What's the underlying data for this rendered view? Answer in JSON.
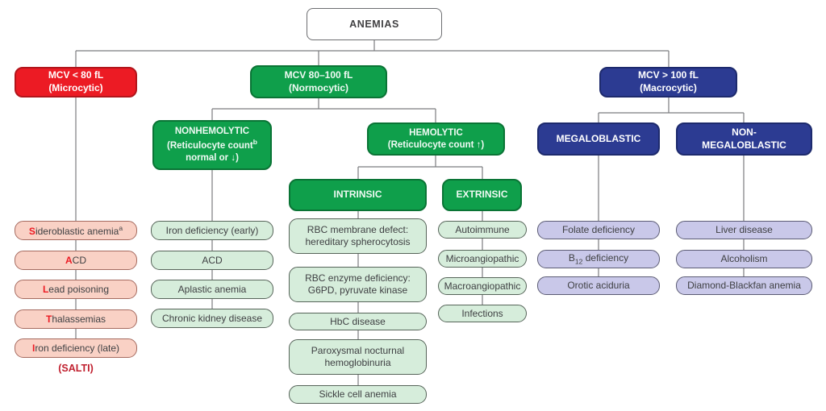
{
  "title": {
    "text": "ANEMIAS"
  },
  "branches": {
    "microcytic": {
      "line1": "MCV < 80 fL",
      "line2": "(Microcytic)"
    },
    "normocytic": {
      "line1": "MCV 80–100 fL",
      "line2": "(Normocytic)"
    },
    "macrocytic": {
      "line1": "MCV > 100 fL",
      "line2": "(Macrocytic)"
    },
    "nonhemolytic": {
      "line1": "NONHEMOLYTIC",
      "line2": "(Reticulocyte count",
      "sup": "b",
      "line3": "normal or ↓)"
    },
    "hemolytic": {
      "line1": "HEMOLYTIC",
      "line2": "(Reticulocyte count ↑)"
    },
    "intrinsic": {
      "line1": "INTRINSIC"
    },
    "extrinsic": {
      "line1": "EXTRINSIC"
    },
    "megaloblastic": {
      "line1": "MEGALOBLASTIC"
    },
    "non_megaloblastic": {
      "line1": "NON-",
      "line2": "MEGALOBLASTIC"
    }
  },
  "microcytic_causes": {
    "items": [
      {
        "lead": "S",
        "rest": "ideroblastic anemia",
        "sup": "a"
      },
      {
        "lead": "A",
        "rest": "CD"
      },
      {
        "lead": "L",
        "rest": "ead poisoning"
      },
      {
        "lead": "T",
        "rest": "halassemias"
      },
      {
        "lead": "I",
        "rest": "ron deficiency (late)"
      }
    ],
    "mnemonic": "(SALTI)"
  },
  "nonhemolytic_causes": {
    "items": [
      {
        "line1": "Iron deficiency (early)"
      },
      {
        "line1": "ACD"
      },
      {
        "line1": "Aplastic anemia"
      },
      {
        "line1": "Chronic kidney disease"
      }
    ]
  },
  "intrinsic_causes": {
    "items": [
      {
        "line1": "RBC membrane defect:",
        "line2": "hereditary spherocytosis"
      },
      {
        "line1": "RBC enzyme deficiency:",
        "line2": "G6PD, pyruvate kinase"
      },
      {
        "line1": "HbC disease"
      },
      {
        "line1": "Paroxysmal nocturnal",
        "line2": "hemoglobinuria"
      },
      {
        "line1": "Sickle cell anemia"
      }
    ]
  },
  "extrinsic_causes": {
    "items": [
      {
        "line1": "Autoimmune"
      },
      {
        "line1": "Microangiopathic"
      },
      {
        "line1": "Macroangiopathic"
      },
      {
        "line1": "Infections"
      }
    ]
  },
  "megaloblastic_causes": {
    "items": [
      {
        "line1": "Folate deficiency"
      },
      {
        "pre": "B",
        "sub": "12",
        "post": " deficiency"
      },
      {
        "line1": "Orotic aciduria"
      }
    ]
  },
  "non_megaloblastic_causes": {
    "items": [
      {
        "line1": "Liver disease"
      },
      {
        "line1": "Alcoholism"
      },
      {
        "line1": "Diamond-Blackfan anemia"
      }
    ]
  },
  "colors": {
    "red_node": "#ec1b24",
    "green_node": "#0f9f4b",
    "blue_node": "#2c3b92",
    "pink_leaf_fill": "#f9d1c5",
    "pink_leaf_border": "#a56a5f",
    "green_leaf_fill": "#d6eddb",
    "green_leaf_border": "#566459",
    "lavender_leaf_fill": "#c9c8e9",
    "lavender_leaf_border": "#5c5c74",
    "highlight_letter": "#ec1b24",
    "mnemonic_text": "#c01f2e",
    "connector_gray": "#7b7c7f",
    "body_text": "#3f4043"
  }
}
